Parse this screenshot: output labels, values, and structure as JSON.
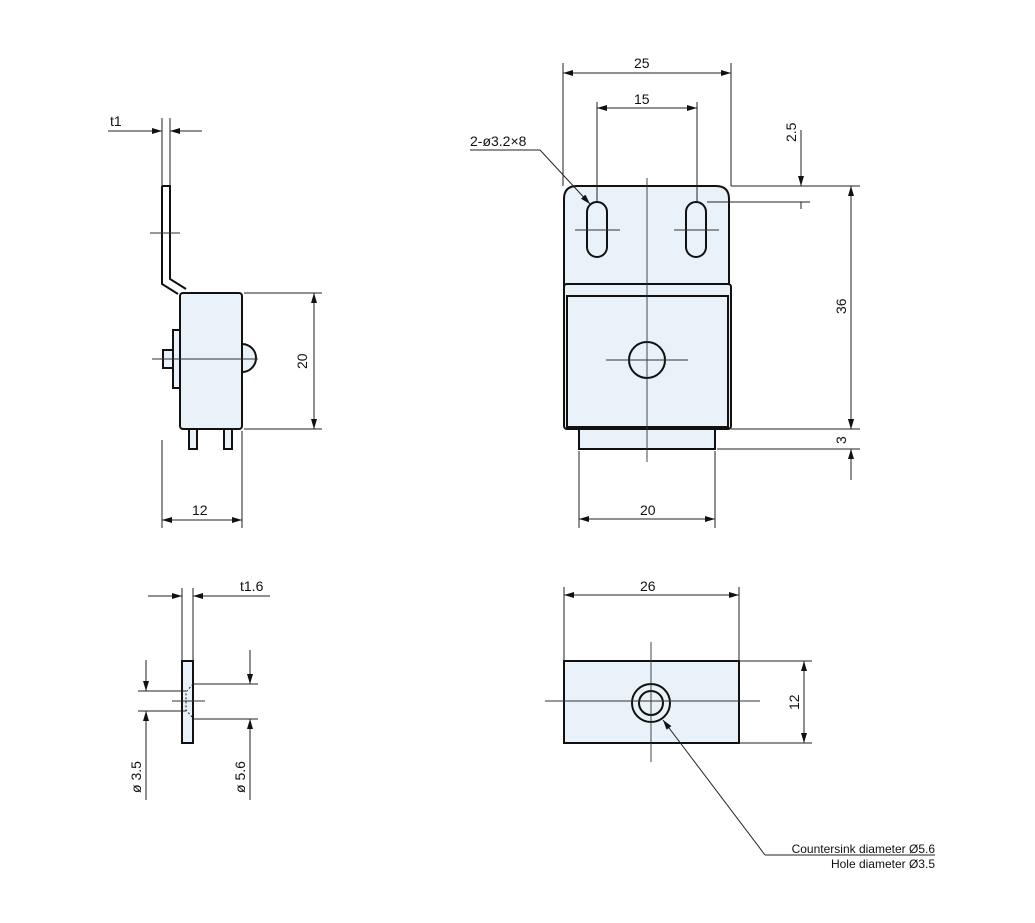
{
  "side_view": {
    "thickness": "t1",
    "height": "20",
    "width": "12"
  },
  "front_view": {
    "overall_width": "25",
    "slot_pitch": "15",
    "slot_callout": "2-ø3.2×8",
    "top_offset": "2.5",
    "height": "36",
    "base_step": "3",
    "base_width": "20"
  },
  "washer_side_view": {
    "thickness": "t1.6",
    "hole_diameter": "ø 3.5",
    "countersink_diameter": "ø 5.6"
  },
  "plate_top_view": {
    "width": "26",
    "height": "12",
    "note_line1": "Countersink diameter Ø5.6",
    "note_line2": "Hole diameter Ø3.5"
  }
}
